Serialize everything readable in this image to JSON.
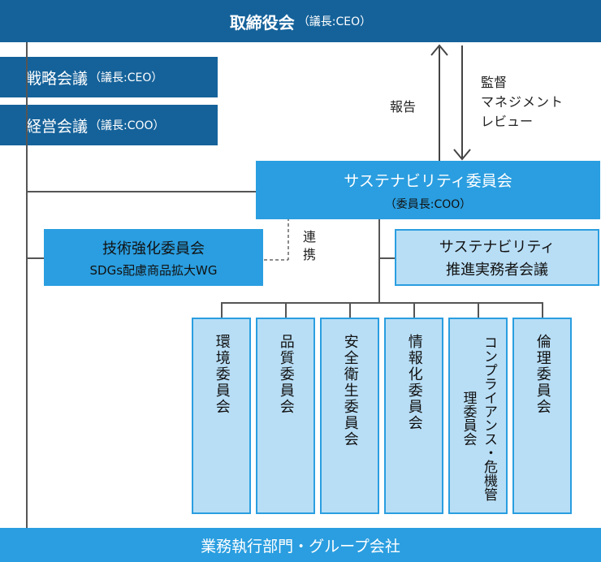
{
  "board": {
    "title": "取締役会",
    "note": "（議長:CEO）"
  },
  "strategy": {
    "title": "戦略会議",
    "note": "（議長:CEO）"
  },
  "management": {
    "title": "経営会議",
    "note": "（議長:COO）"
  },
  "sustainability_committee": {
    "title": "サステナビリティ委員会",
    "note": "（委員長:COO）"
  },
  "arrows": {
    "report": "報告",
    "supervise": [
      "監督",
      "マネジメント",
      "レビュー"
    ]
  },
  "tech_committee": {
    "title": "技術強化委員会",
    "sub": "SDGs配慮商品拡大WG"
  },
  "link_label": [
    "連",
    "携"
  ],
  "promotion_meeting": {
    "line1": "サステナビリティ",
    "line2": "推進実務者会議"
  },
  "subcommittees": [
    {
      "label": "環境委員会"
    },
    {
      "label": "品質委員会"
    },
    {
      "label": "安全衛生委員会"
    },
    {
      "label": "情報化委員会"
    },
    {
      "label": "コンプライアンス・危機管理委員会"
    },
    {
      "label": "倫理委員会"
    }
  ],
  "footer": {
    "title": "業務執行部門・グループ会社"
  }
}
